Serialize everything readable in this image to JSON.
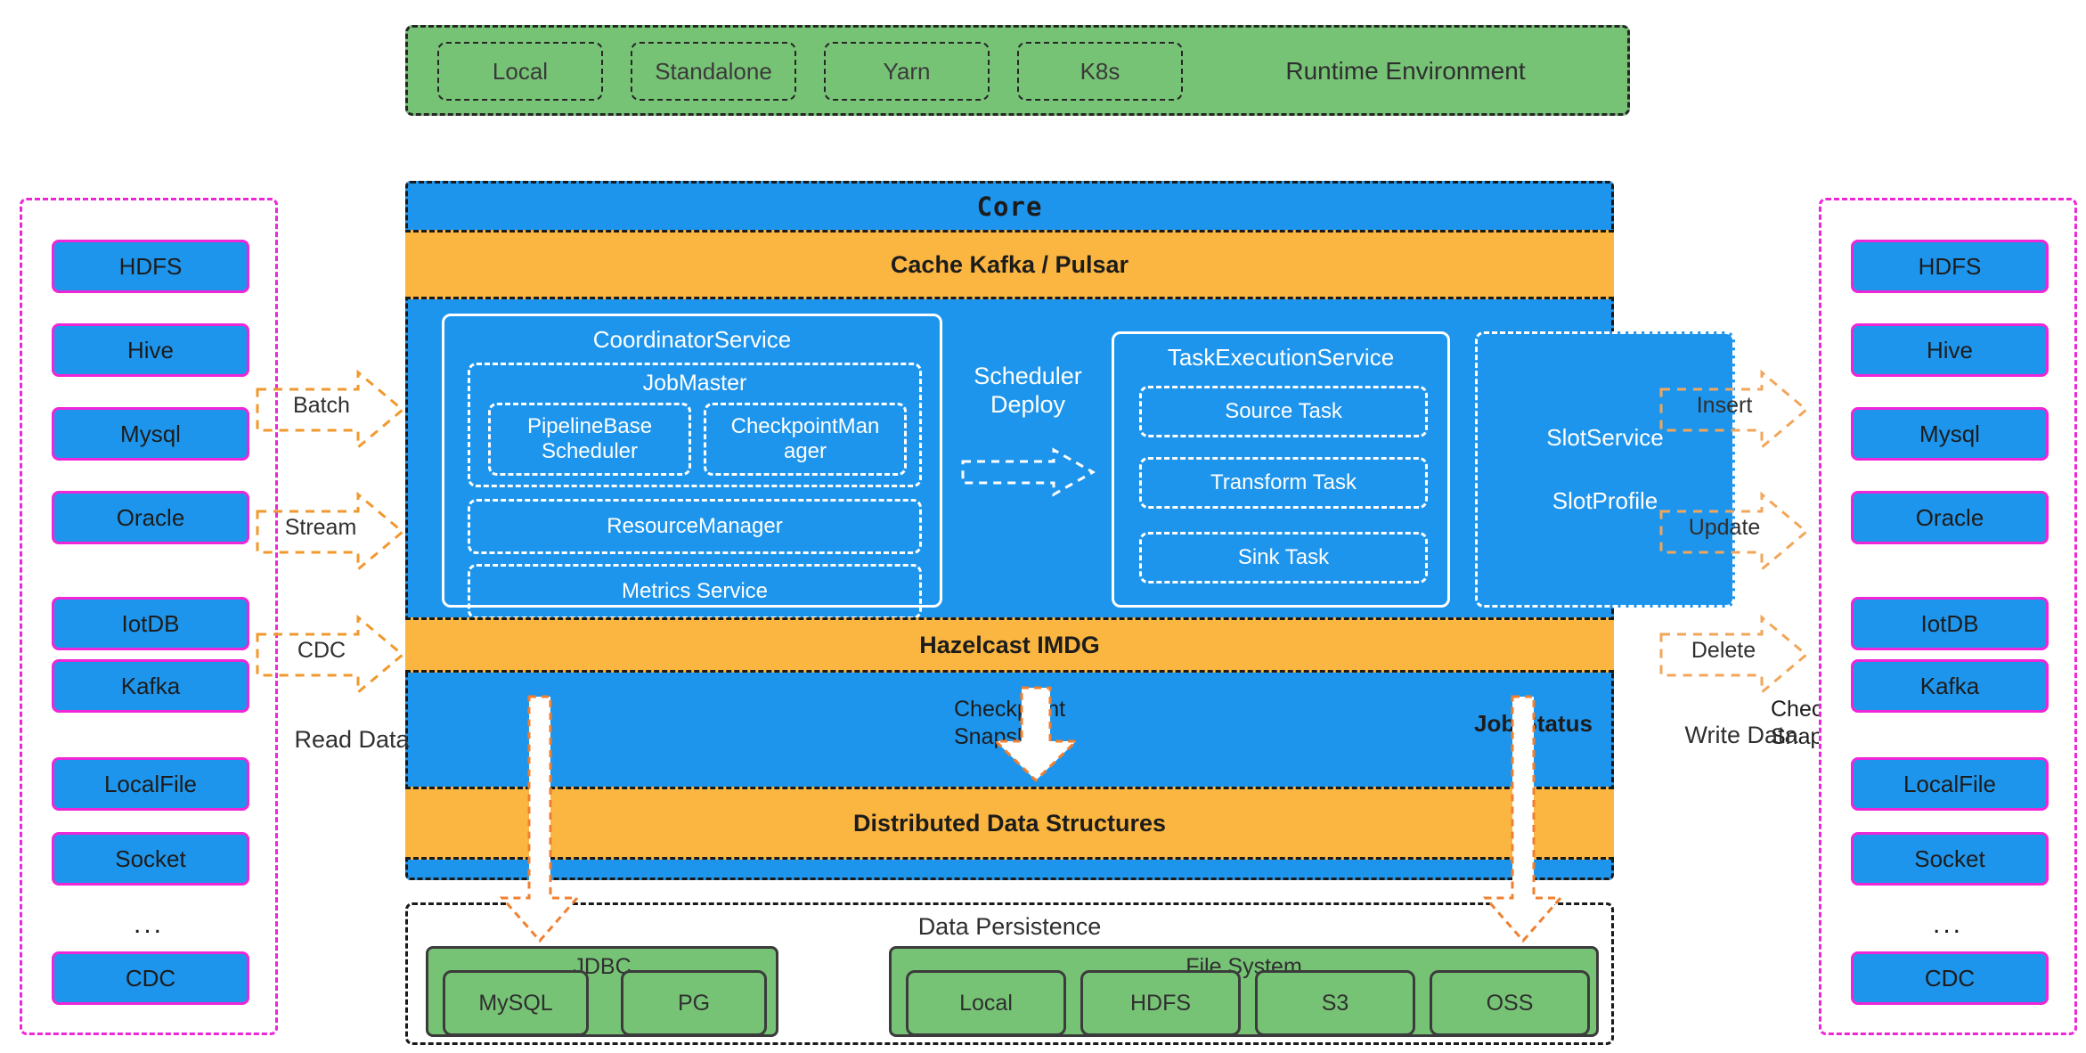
{
  "runtime": {
    "label": "Runtime Environment",
    "chips": [
      {
        "label": "Local"
      },
      {
        "label": "Standalone"
      },
      {
        "label": "Yarn"
      },
      {
        "label": "K8s"
      }
    ]
  },
  "core": {
    "title": "Core",
    "cache_band": "Cache Kafka / Pulsar",
    "hazelcast_band": "Hazelcast IMDG",
    "dds_band": "Distributed Data Structures",
    "coordinator": {
      "title": "CoordinatorService",
      "jobmaster": {
        "title": "JobMaster",
        "children": [
          {
            "label": "PipelineBase Scheduler"
          },
          {
            "label": "CheckpointManager"
          }
        ]
      },
      "resource_manager": "ResourceManager",
      "metrics_service": "Metrics Service"
    },
    "scheduler_deploy": "Scheduler Deploy",
    "task_execution": {
      "title": "TaskExecutionService",
      "tasks": [
        {
          "label": "Source Task"
        },
        {
          "label": "Transform Task"
        },
        {
          "label": "Sink Task"
        }
      ]
    },
    "slot": {
      "service": "SlotService",
      "profile": "SlotProfile"
    },
    "checkpoint_left": "Checkpoint Snapshot",
    "checkpoint_right": "Checkpoint Snapshot",
    "job_status": "Job Status"
  },
  "persistence": {
    "title": "Data Persistence",
    "groups": [
      {
        "title": "JDBC",
        "items": [
          {
            "label": "MySQL"
          },
          {
            "label": "PG"
          }
        ]
      },
      {
        "title": "File System",
        "items": [
          {
            "label": "Local"
          },
          {
            "label": "HDFS"
          },
          {
            "label": "S3"
          },
          {
            "label": "OSS"
          }
        ]
      }
    ]
  },
  "sources": {
    "caption": "Read Data",
    "items": [
      {
        "label": "HDFS"
      },
      {
        "label": "Hive"
      },
      {
        "label": "Mysql"
      },
      {
        "label": "Oracle"
      },
      {
        "label": "IotDB"
      },
      {
        "label": "Kafka"
      },
      {
        "label": "LocalFile"
      },
      {
        "label": "Socket"
      },
      {
        "label": "CDC"
      }
    ],
    "ellipsis": "...",
    "flows": [
      {
        "label": "Batch"
      },
      {
        "label": "Stream"
      },
      {
        "label": "CDC"
      }
    ]
  },
  "sinks": {
    "caption": "Write Data",
    "items": [
      {
        "label": "HDFS"
      },
      {
        "label": "Hive"
      },
      {
        "label": "Mysql"
      },
      {
        "label": "Oracle"
      },
      {
        "label": "IotDB"
      },
      {
        "label": "Kafka"
      },
      {
        "label": "LocalFile"
      },
      {
        "label": "Socket"
      },
      {
        "label": "CDC"
      }
    ],
    "ellipsis": "...",
    "flows": [
      {
        "label": "Insert"
      },
      {
        "label": "Update"
      },
      {
        "label": "Delete"
      }
    ]
  },
  "colors": {
    "core_blue": "#1e95ec",
    "band_orange": "#fbb641",
    "green": "#77c376",
    "magenta": "#ee26d8",
    "arrow_orange": "#f08030",
    "dark": "#1a1a1a"
  }
}
